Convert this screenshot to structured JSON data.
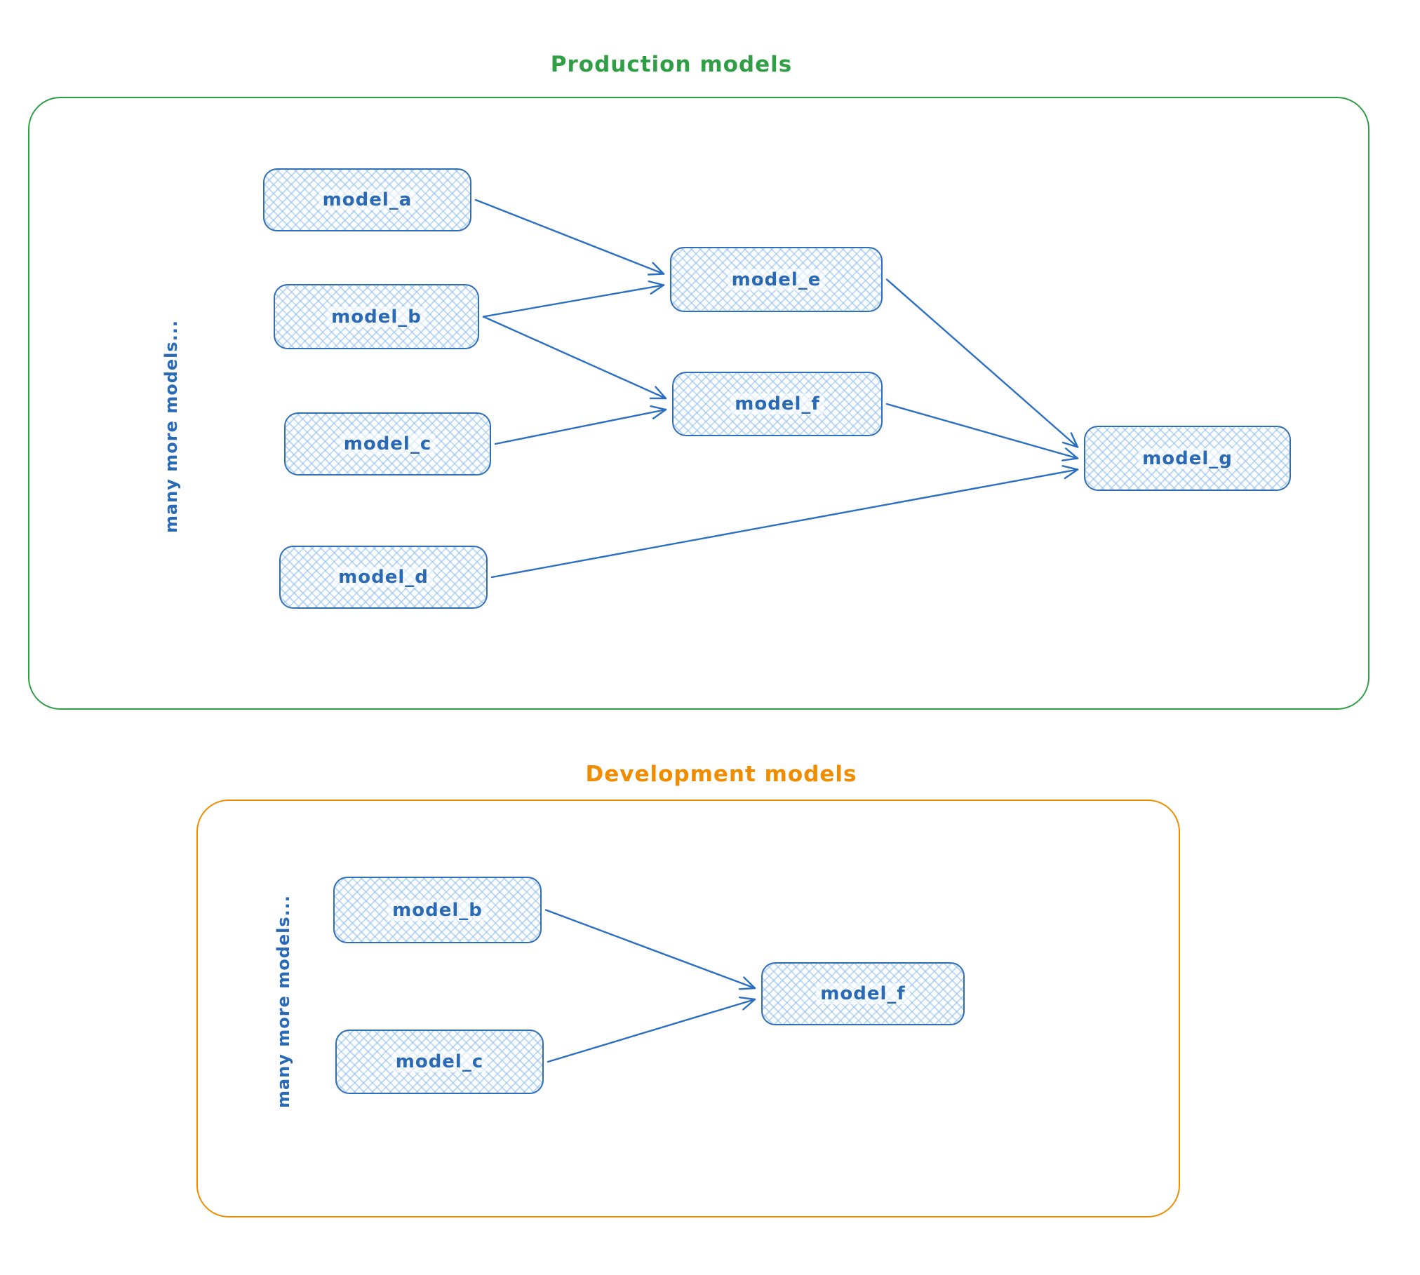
{
  "diagram": {
    "colors": {
      "node_stroke": "#2f6eb8",
      "node_text": "#2a69b4",
      "arrow": "#2b6fc2",
      "production_accent": "#2f9e44",
      "development_accent": "#f08c00"
    },
    "sections": [
      {
        "id": "production",
        "title": "Production models",
        "side_label": "many more models...",
        "nodes": [
          {
            "id": "model_a",
            "label": "model_a"
          },
          {
            "id": "model_b",
            "label": "model_b"
          },
          {
            "id": "model_c",
            "label": "model_c"
          },
          {
            "id": "model_d",
            "label": "model_d"
          },
          {
            "id": "model_e",
            "label": "model_e"
          },
          {
            "id": "model_f",
            "label": "model_f"
          },
          {
            "id": "model_g",
            "label": "model_g"
          }
        ],
        "edges": [
          {
            "from": "model_a",
            "to": "model_e"
          },
          {
            "from": "model_b",
            "to": "model_e"
          },
          {
            "from": "model_b",
            "to": "model_f"
          },
          {
            "from": "model_c",
            "to": "model_f"
          },
          {
            "from": "model_e",
            "to": "model_g"
          },
          {
            "from": "model_f",
            "to": "model_g"
          },
          {
            "from": "model_d",
            "to": "model_g"
          }
        ]
      },
      {
        "id": "development",
        "title": "Development models",
        "side_label": "many more models...",
        "nodes": [
          {
            "id": "model_b",
            "label": "model_b"
          },
          {
            "id": "model_c",
            "label": "model_c"
          },
          {
            "id": "model_f",
            "label": "model_f"
          }
        ],
        "edges": [
          {
            "from": "model_b",
            "to": "model_f"
          },
          {
            "from": "model_c",
            "to": "model_f"
          }
        ]
      }
    ]
  }
}
